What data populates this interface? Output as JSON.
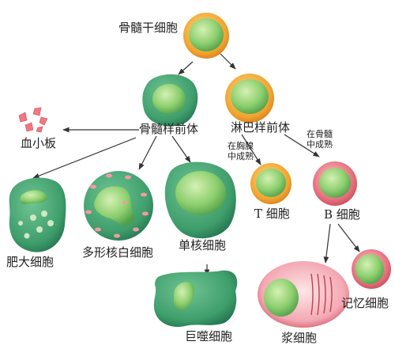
{
  "labels": {
    "stem": "骨髓干细胞",
    "myeloid_precursor": "骨髓样前体",
    "lymphoid_precursor": "淋巴样前体",
    "platelets": "血小板",
    "mast_cell": "肥大细胞",
    "polymorph": "多形核白细胞",
    "monocyte": "单核细胞",
    "macrophage": "巨噬细胞",
    "t_cell": "T 细胞",
    "b_cell": "B 细胞",
    "thymus_note": "在胸腺中成熟",
    "marrow_note": "在骨髓中成熟",
    "plasma_cell": "浆细胞",
    "memory_cell": "记忆细胞"
  },
  "colors": {
    "nucleus": "#8ccf6e",
    "myeloid_cytoplasm": "#3f9e6c",
    "lymphoid_ring": "#f0a22e",
    "b_lineage_ring": "#e46a78",
    "plasma_body": "#f3a8b2",
    "platelet": "#f07880"
  }
}
